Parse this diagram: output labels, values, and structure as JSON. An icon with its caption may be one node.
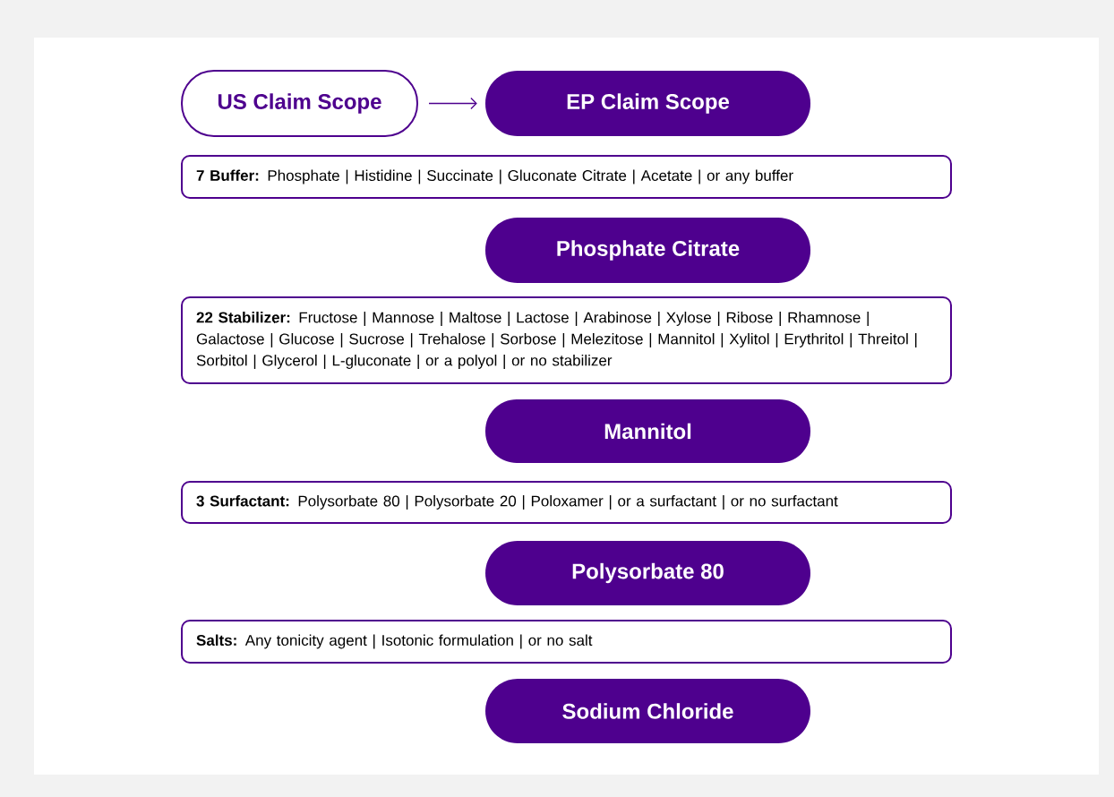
{
  "diagram": {
    "nodes": [
      {
        "text": [
          "US Claim Scope"
        ]
      },
      {
        "text": [
          "EP Claim Scope"
        ]
      },
      {
        "text": [
          "**7 Buffer:** Phosphate | Histidine | Succinate | Gluconate Citrate | Acetate | or any buffer"
        ]
      },
      {
        "text": [
          "Phosphate Citrate"
        ]
      },
      {
        "text": [
          "**22 Stabilizer:** Fructose | Mannose | Maltose | Lactose | Arabinose | Xylose | Ribose | Rhamnose | Galactose | Glucose | Sucrose | Trehalose | Sorbose | Melezitose | Mannitol | Xylitol | Erythritol | Threitol | Sorbitol | Glycerol | L-gluconate | or a polyol | or no stabilizer"
        ]
      },
      {
        "text": [
          "Mannitol"
        ]
      },
      {
        "text": [
          "**3 Surfactant:** Polysorbate 80 | Polysorbate 20 | Poloxamer | or a surfactant | or no surfactant"
        ]
      },
      {
        "text": [
          "Polysorbate 80"
        ]
      },
      {
        "text": [
          "**Salts:** Any tonicity agent | Isotonic formulation | or no salt"
        ]
      },
      {
        "text": [
          "Sodium Chloride"
        ]
      }
    ],
    "edges": [
      {
        "from": 0,
        "to": 1,
        "arrow": "to"
      }
    ]
  }
}
